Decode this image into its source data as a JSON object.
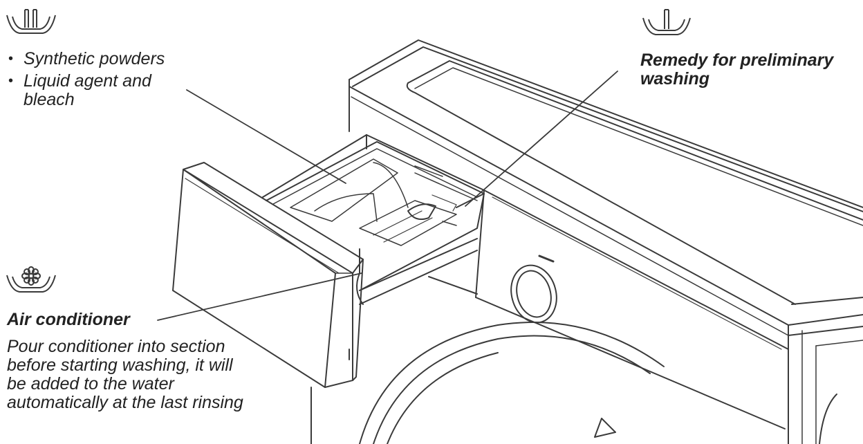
{
  "compartments": {
    "main_wash": {
      "icon": "main-wash-compartment-icon",
      "items": [
        "Synthetic powders",
        "Liquid agent and bleach"
      ]
    },
    "prewash": {
      "icon": "prewash-compartment-icon",
      "title": "Remedy for preliminary washing"
    },
    "softener": {
      "icon": "softener-compartment-icon",
      "title": "Air conditioner",
      "description": "Pour conditioner into section before starting washing, it will be added to the water automatically at the last rinsing"
    }
  },
  "colors": {
    "line": "#3a3a3a",
    "text": "#222222",
    "background": "#ffffff"
  }
}
